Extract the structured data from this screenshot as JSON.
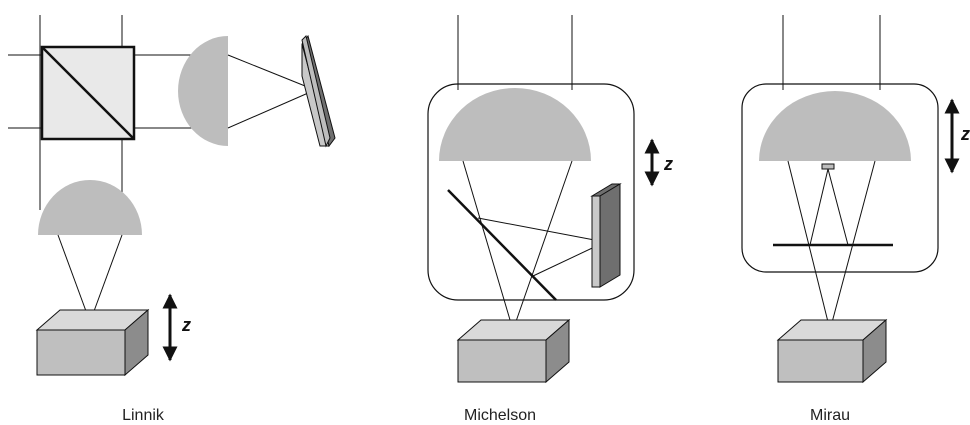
{
  "captions": {
    "linnik": "Linnik",
    "michelson": "Michelson",
    "mirau": "Mirau"
  },
  "z_labels": {
    "linnik": "z",
    "michelson": "z",
    "mirau": "z"
  },
  "colors": {
    "lens": "#bdbdbd",
    "box_front": "#bfbfbf",
    "box_top": "#d9d9d9",
    "box_side": "#8c8c8c",
    "mirror_face": "#c8c8c8",
    "mirror_edge": "#6f6f6f",
    "beamsplitter_fill": "#e9e9e9",
    "line": "#111111"
  }
}
